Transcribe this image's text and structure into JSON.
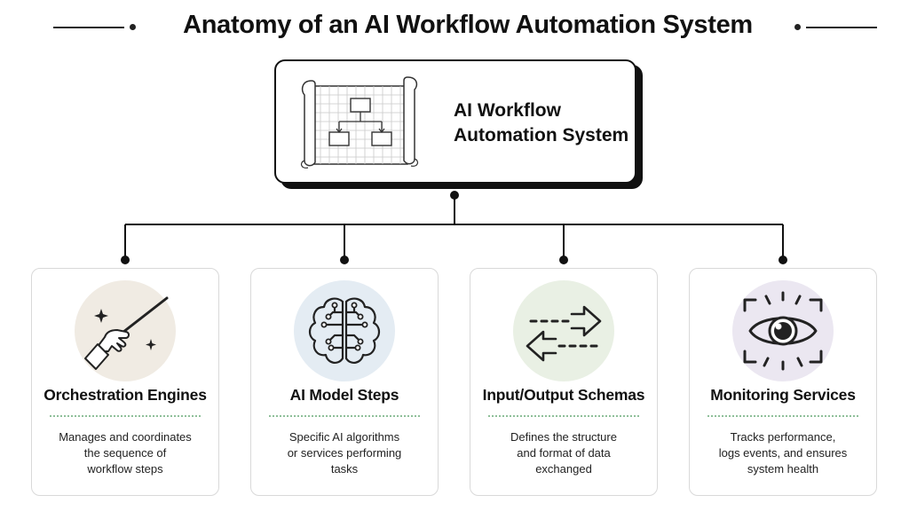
{
  "header": {
    "title": "Anatomy of an AI Workflow Automation System"
  },
  "root": {
    "label_line1": "AI Workflow",
    "label_line2": "Automation System",
    "icon": "blueprint-scroll-icon"
  },
  "colors": {
    "ink": "#111111",
    "divider": "#8fbf9a",
    "card_border": "#d9d9d9"
  },
  "cards": [
    {
      "title": "Orchestration Engines",
      "desc": [
        "Manages and coordinates",
        "the sequence of",
        "workflow steps"
      ],
      "icon": "conductor-baton-icon",
      "circle_color": "#f0ebe3"
    },
    {
      "title": "AI Model Steps",
      "desc": [
        "Specific AI algorithms",
        "or services performing",
        "tasks"
      ],
      "icon": "circuit-brain-icon",
      "circle_color": "#e4ecf3"
    },
    {
      "title": "Input/Output Schemas",
      "desc": [
        "Defines the structure",
        "and format of data",
        "exchanged"
      ],
      "icon": "exchange-arrows-icon",
      "circle_color": "#e9f0e4"
    },
    {
      "title": "Monitoring Services",
      "desc": [
        "Tracks performance,",
        "logs events, and ensures",
        "system health"
      ],
      "icon": "eye-focus-icon",
      "circle_color": "#ebe7f1"
    }
  ]
}
